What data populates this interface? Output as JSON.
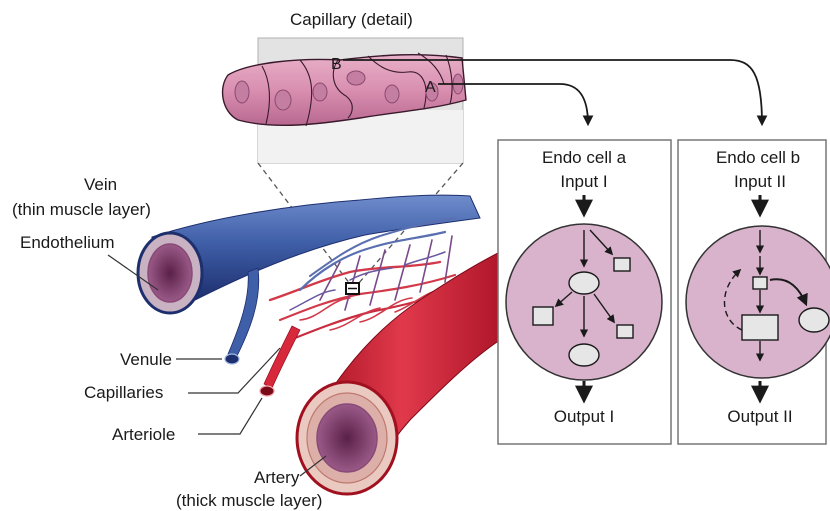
{
  "capillary_detail": {
    "title": "Capillary (detail)",
    "label_a": "A",
    "label_b": "B"
  },
  "labels": {
    "vein_line1": "Vein",
    "vein_line2": "(thin muscle layer)",
    "endothelium": "Endothelium",
    "venule": "Venule",
    "capillaries": "Capillaries",
    "arteriole": "Arteriole",
    "artery_line1": "Artery",
    "artery_line2": "(thick muscle layer)"
  },
  "boxes": [
    {
      "title_line1": "Endo cell a",
      "title_line2": "Input I",
      "output": "Output I"
    },
    {
      "title_line1": "Endo cell b",
      "title_line2": "Input II",
      "output": "Output II"
    }
  ],
  "colors": {
    "vein": "#3f5fa8",
    "artery": "#d8283c",
    "capillary_detail": "#d98fb0",
    "cell_circle": "#d9b3cc",
    "node_fill": "#e6e6e6"
  }
}
